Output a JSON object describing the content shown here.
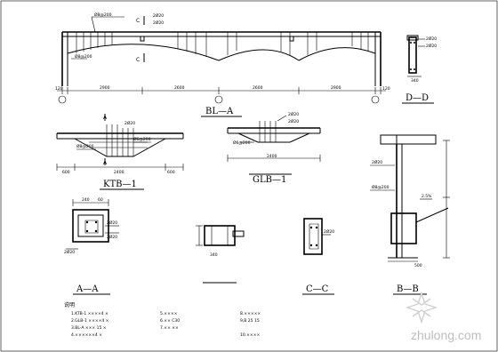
{
  "titles": {
    "bl_a": "BL—A",
    "d_d": "D—D",
    "ktb1": "KTB—1",
    "glb1": "GLB—1",
    "a_a": "A—A",
    "c_c": "C—C",
    "b_b": "B—B",
    "notes_heading": "说明"
  },
  "labels": {
    "rebar_main": "2Ø20",
    "rebar_8_200": "Ø8@200",
    "rebar_6_200": "Ø6@200",
    "dim_120": "120",
    "dim_2900": "2900",
    "dim_2600": "2600",
    "dim_2400": "2400",
    "dim_600": "600",
    "dim_240": "240",
    "dim_60": "60",
    "dim_340": "340",
    "dim_500": "500",
    "sec_c": "C",
    "sec_a": "A",
    "pct_25": "2.5%",
    "concrete": "C30",
    "num_25": "25",
    "num_15": "15"
  },
  "notes": [
    "1.KTB-1 ××××4 ×",
    "2.GLB-1 ××××4 ×",
    "3.BL-A ××× 15 ×",
    "4.××××××4 ×",
    "5.××××",
    "6.××   C30",
    "7.××   ××",
    "8.×××××",
    "9,B  25  15",
    "10.××××"
  ],
  "watermark": "zhulong.com"
}
